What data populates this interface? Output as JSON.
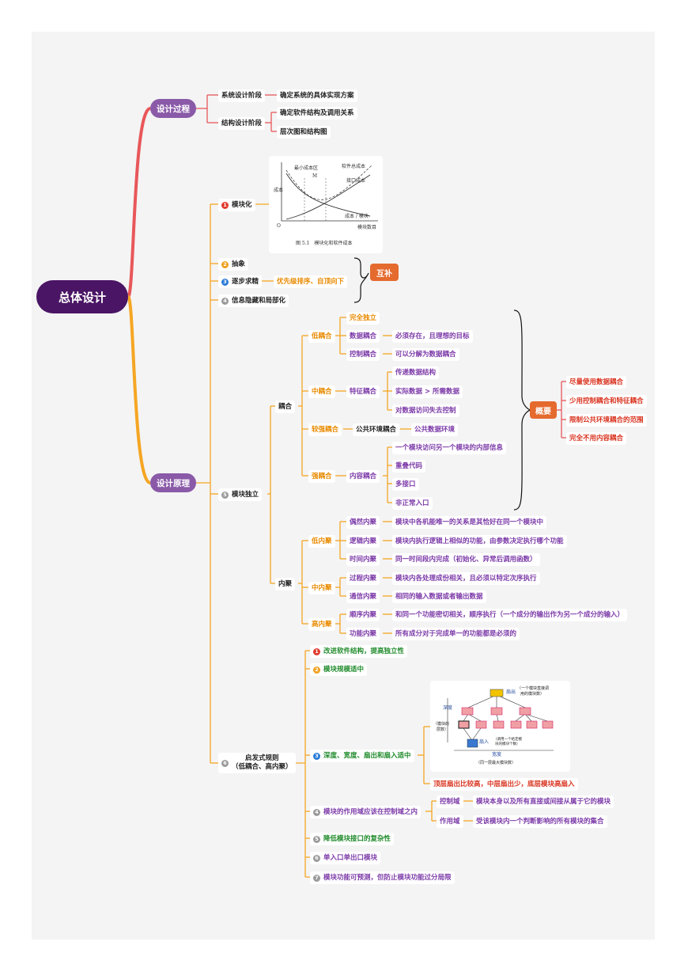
{
  "root": {
    "label": "总体设计"
  },
  "branch1": {
    "label": "设计过程",
    "stage1": {
      "label": "系统设计阶段",
      "child": "确定系统的具体实现方案"
    },
    "stage2": {
      "label": "结构设计阶段",
      "children": [
        "确定软件结构及调用关系",
        "层次图和结构图"
      ]
    }
  },
  "branch2": {
    "label": "设计原理",
    "p1": {
      "num": "1",
      "label": "模块化"
    },
    "p2": {
      "num": "2",
      "label": "抽象"
    },
    "p3": {
      "num": "3",
      "label": "逐步求精",
      "child": "优先级排序、自顶向下"
    },
    "p4": {
      "num": "4",
      "label": "信息隐藏和局部化"
    },
    "complement": "互补",
    "p5": {
      "num": "5",
      "label": "模块独立"
    },
    "p6": {
      "num": "6",
      "label": "启发式规则\n（低耦合、高内聚）"
    }
  },
  "figure1": {
    "ylabel": "成本",
    "xlabel": "模块数目",
    "origin": "O",
    "min_region": "最小成本区",
    "m_label": "M",
    "total_cost": "软件总成本",
    "interface_cost": "接口成本",
    "module_cost": "成本 / 模块",
    "caption": "图 5.1　模块化和软件成本"
  },
  "coupling": {
    "label": "耦合",
    "low": {
      "label": "低耦合",
      "items": [
        {
          "label": "完全独立",
          "desc": ""
        },
        {
          "label": "数据耦合",
          "desc": "必须存在，且理想的目标"
        },
        {
          "label": "控制耦合",
          "desc": "可以分解为数据耦合"
        }
      ]
    },
    "mid": {
      "label": "中耦合",
      "sub": "特征耦合",
      "items": [
        "传递数据结构",
        "实际数据 > 所需数据",
        "对数据访问失去控制"
      ]
    },
    "stronger": {
      "label": "较强耦合",
      "sub": "公共环境耦合",
      "desc": "公共数据环境"
    },
    "strong": {
      "label": "强耦合",
      "sub": "内容耦合",
      "items": [
        "一个模块访问另一个模块的内部信息",
        "重叠代码",
        "多接口",
        "非正常入口"
      ]
    }
  },
  "summary": {
    "label": "概要",
    "items": [
      "尽量使用数据耦合",
      "少用控制耦合和特征耦合",
      "限制公共环境耦合的范围",
      "完全不用内容耦合"
    ]
  },
  "cohesion": {
    "label": "内聚",
    "low": {
      "label": "低内聚",
      "items": [
        {
          "label": "偶然内聚",
          "desc": "模块中各机能唯一的关系是其恰好在同一个模块中"
        },
        {
          "label": "逻辑内聚",
          "desc": "模块内执行逻辑上相似的功能，由参数决定执行哪个功能"
        },
        {
          "label": "时间内聚",
          "desc": "同一时间段内完成（初始化、异常后调用函数）"
        }
      ]
    },
    "mid": {
      "label": "中内聚",
      "items": [
        {
          "label": "过程内聚",
          "desc": "模块内各处理成份相关，且必须以特定次序执行"
        },
        {
          "label": "通信内聚",
          "desc": "相同的输入数据或者输出数据"
        }
      ]
    },
    "high": {
      "label": "高内聚",
      "items": [
        {
          "label": "顺序内聚",
          "desc": "和同一个功能密切相关，顺序执行（一个成分的输出作为另一个成分的输入）"
        },
        {
          "label": "功能内聚",
          "desc": "所有成分对于完成单一的功能都是必须的"
        }
      ]
    }
  },
  "rules": {
    "r1": {
      "num": "1",
      "label": "改进软件结构，提高独立性"
    },
    "r2": {
      "num": "2",
      "label": "模块规模适中"
    },
    "r3": {
      "num": "3",
      "label": "深度、宽度、扇出和扇入适中",
      "note": "顶层扇出比较高，中层扇出少，底层模块高扇入"
    },
    "r4": {
      "num": "4",
      "label": "模块的作用域应该在控制域之内",
      "control": {
        "label": "控制域",
        "desc": "模块本身以及所有直接或间接从属于它的模块"
      },
      "scope": {
        "label": "作用域",
        "desc": "受该模块内一个判断影响的所有模块的集合"
      }
    },
    "r5": {
      "num": "5",
      "label": "降低模块接口的复杂性"
    },
    "r6": {
      "num": "6",
      "label": "单入口单出口模块"
    },
    "r7": {
      "num": "7",
      "label": "模块功能可预测，但防止模块功能过分局限"
    }
  },
  "figure2": {
    "fanout": "扇出",
    "fanout_note1": "（一个模块直接调",
    "fanout_note2": "用的模块数）",
    "depth": "深度",
    "depth_note1": "（模块的",
    "depth_note2": "层数）",
    "fanin": "扇入",
    "fanin_note1": "（调用一个给定模",
    "fanin_note2": "块的模块个数）",
    "width": "宽度",
    "width_note": "（同一层最大模块数）"
  },
  "colors": {
    "root": "#4a1565",
    "pill": "#8a5aa8",
    "orange": "#f5a623",
    "red": "#e8575a",
    "tag": "#e56a2e",
    "green": "#2e9a3a",
    "num_red": "#e23b2e",
    "num_orange": "#f0a020",
    "num_blue": "#2a7bd6",
    "num_gray": "#9a9a9a"
  }
}
